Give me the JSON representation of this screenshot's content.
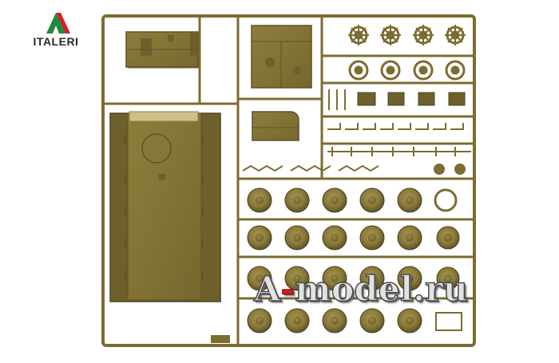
{
  "brand": {
    "logo_text": "ITALERI",
    "logo_colors": {
      "green": "#1e8a3e",
      "red": "#d0202a",
      "dark": "#2a2a2a"
    }
  },
  "watermark": {
    "prefix": "A",
    "dot": "-",
    "suffix": "model.ru"
  },
  "colors": {
    "plastic": "#8a7a3a",
    "plastic_dark": "#5e5228",
    "plastic_light": "#a8984e",
    "sprue": "#7c6c30",
    "background": "#ffffff"
  }
}
